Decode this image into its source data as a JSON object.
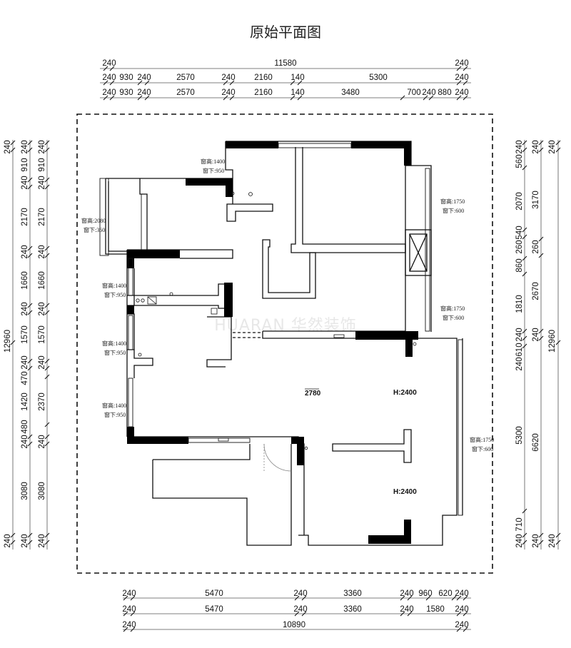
{
  "title": "原始平面图",
  "watermark": "HUARAN 华然装饰",
  "dimensions": {
    "top_row1": [
      "240",
      "11580",
      "240"
    ],
    "top_row2": [
      "240",
      "930",
      "240",
      "2570",
      "240",
      "2160",
      "140",
      "5300",
      "240"
    ],
    "top_row3": [
      "240",
      "930",
      "240",
      "2570",
      "240",
      "2160",
      "140",
      "3480",
      "700",
      "240",
      "880",
      "240"
    ],
    "bottom_row1": [
      "240",
      "5470",
      "240",
      "3360",
      "240",
      "960",
      "620",
      "240"
    ],
    "bottom_row2": [
      "240",
      "5470",
      "240",
      "3360",
      "240",
      "1580",
      "240"
    ],
    "bottom_row3": [
      "240",
      "10890",
      "240"
    ],
    "left_col1": [
      "240",
      "910",
      "240",
      "2170",
      "240",
      "1660",
      "240",
      "1570",
      "240",
      "470",
      "1420",
      "480",
      "240",
      "3080",
      "240"
    ],
    "left_col2": [
      "240",
      "910",
      "240",
      "2170",
      "240",
      "1660",
      "240",
      "1570",
      "240",
      "2370",
      "240",
      "3080",
      "240"
    ],
    "left_col3": [
      "240",
      "12960",
      "240"
    ],
    "right_col1": [
      "240",
      "560",
      "2070",
      "540",
      "260",
      "860",
      "1810",
      "240",
      "610",
      "240",
      "5300",
      "710",
      "240"
    ],
    "right_col2": [
      "240",
      "3170",
      "260",
      "2670",
      "240",
      "6620",
      "240"
    ],
    "right_col3": [
      "240",
      "12960",
      "240"
    ]
  },
  "window_notes": [
    {
      "id": "w1",
      "lines": [
        "窗高:1400",
        "窗下:950"
      ]
    },
    {
      "id": "w2",
      "lines": [
        "窗高:2080",
        "窗下:360"
      ]
    },
    {
      "id": "w3",
      "lines": [
        "窗高:1400",
        "窗下:950"
      ]
    },
    {
      "id": "w4",
      "lines": [
        "窗高:1400",
        "窗下:950"
      ]
    },
    {
      "id": "w5",
      "lines": [
        "窗高:1400",
        "窗下:950"
      ]
    },
    {
      "id": "w6",
      "lines": [
        "窗高:1750",
        "窗下:600"
      ]
    },
    {
      "id": "w7",
      "lines": [
        "窗高:1750",
        "窗下:600"
      ]
    },
    {
      "id": "w8",
      "lines": [
        "窗高:1750",
        "窗下:600"
      ]
    }
  ],
  "room_labels": {
    "beam": "2780",
    "height1": "H:2400",
    "height2": "H:2400"
  }
}
